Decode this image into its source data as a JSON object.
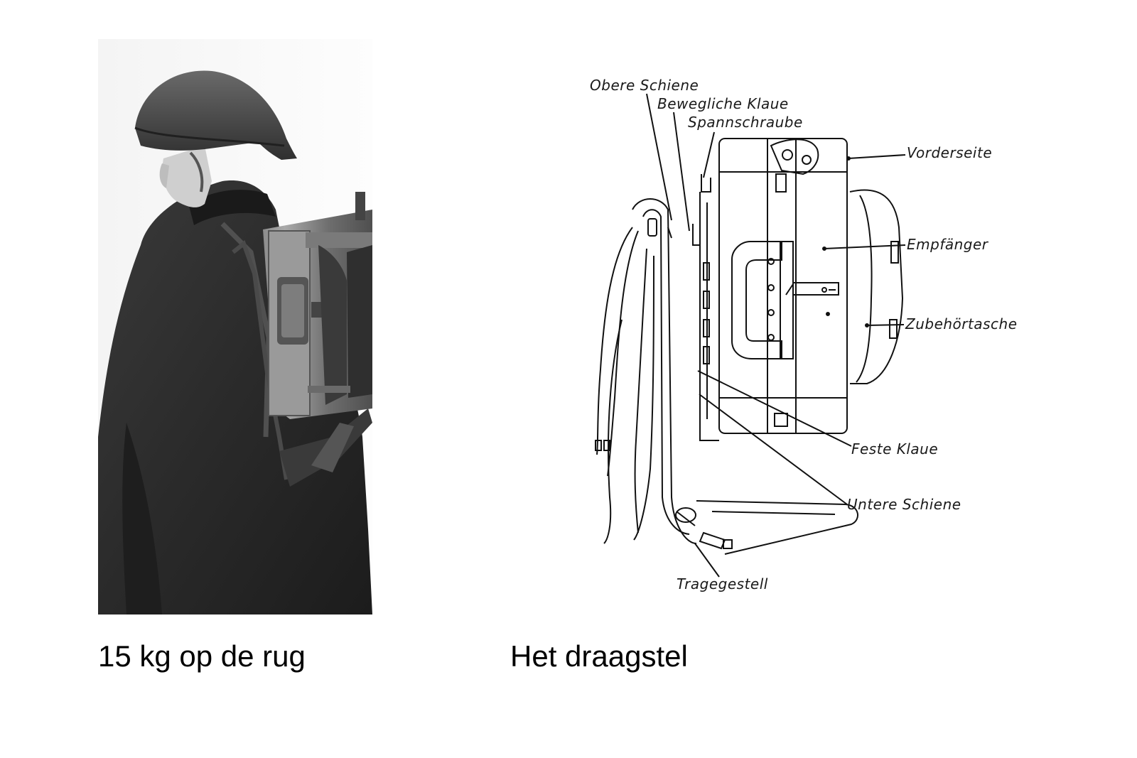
{
  "photo": {
    "icon": "soldier-with-radio-backpack"
  },
  "diagram": {
    "icon": "radio-carrying-frame-diagram",
    "labels": {
      "obere_schiene": "Obere Schiene",
      "bewegliche_klaue": "Bewegliche Klaue",
      "spannschraube": "Spannschraube",
      "vorderseite": "Vorderseite",
      "empfaenger": "Empfänger",
      "zubehoertasche": "Zubehörtasche",
      "feste_klaue": "Feste Klaue",
      "untere_schiene": "Untere Schiene",
      "tragegestell": "Tragegestell"
    }
  },
  "captions": {
    "left": "15 kg op de rug",
    "right": "Het draagstel"
  }
}
